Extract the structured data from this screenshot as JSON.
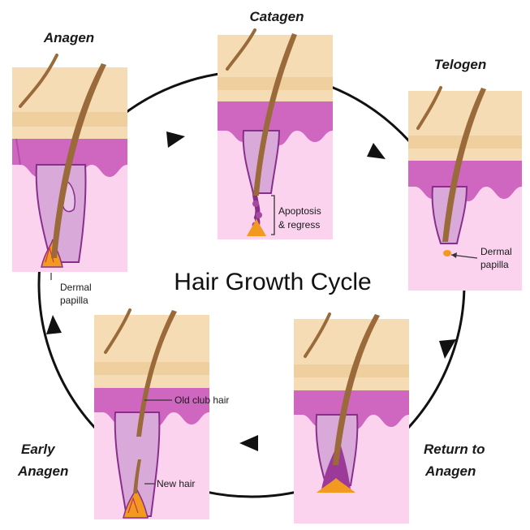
{
  "title": "Hair Growth Cycle",
  "stages": {
    "anagen": {
      "label": "Anagen",
      "note": [
        "Dermal",
        "papilla"
      ]
    },
    "catagen": {
      "label": "Catagen",
      "note": [
        "Apoptosis",
        "& regress"
      ]
    },
    "telogen": {
      "label": "Telogen",
      "note": [
        "Dermal",
        "papilla"
      ]
    },
    "return_to_anagen": {
      "label": [
        "Return to",
        "Anagen"
      ]
    },
    "early_anagen": {
      "label": [
        "Early",
        "Anagen"
      ],
      "note_old": "Old club hair",
      "note_new": "New hair"
    }
  },
  "colors": {
    "epidermis": "#f6dcb5",
    "epidermis_band": "#ecc993",
    "dermis_top": "#cf67c0",
    "dermis": "#f9cde9",
    "follicle": "#d9a9d9",
    "follicle_outline": "#8a2e8c",
    "hair": "#9a6a3a",
    "papilla": "#f29a1f",
    "cycle_line": "#111111"
  }
}
